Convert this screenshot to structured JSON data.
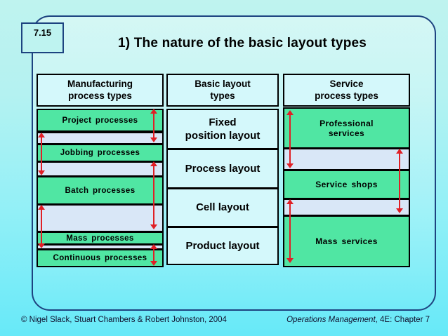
{
  "slide": {
    "ref": "7.15",
    "title": "1) The nature of the basic layout types"
  },
  "columns": [
    {
      "id": "manufacturing-process-types",
      "header": "Manufacturing\nprocess types",
      "items": [
        "Project processes",
        "Jobbing processes",
        "Batch processes",
        "Mass processes",
        "Continuous processes"
      ]
    },
    {
      "id": "basic-layout-types",
      "header": "Basic layout\ntypes",
      "items": [
        "Fixed\nposition layout",
        "Process layout",
        "Cell layout",
        "Product layout"
      ]
    },
    {
      "id": "service-process-types",
      "header": "Service\nprocess types",
      "items": [
        "Professional\nservices",
        "Service shops",
        "Mass services"
      ]
    }
  ],
  "arrows": [
    {
      "name": "overlap-arrow-project",
      "spans": "Project processes to Fixed position / Process layout range"
    },
    {
      "name": "overlap-arrow-jobbing",
      "spans": "Jobbing processes range"
    },
    {
      "name": "overlap-arrow-batch",
      "spans": "Batch processes range"
    },
    {
      "name": "overlap-arrow-mass-processes",
      "spans": "Mass processes range"
    },
    {
      "name": "overlap-arrow-continuous",
      "spans": "Continuous processes range"
    },
    {
      "name": "overlap-arrow-professional",
      "spans": "Professional services range"
    },
    {
      "name": "overlap-arrow-service-shops",
      "spans": "Service shops range"
    },
    {
      "name": "overlap-arrow-mass-services",
      "spans": "Mass services range"
    }
  ],
  "footer": {
    "copyright": "© Nigel Slack, Stuart Chambers & Robert Johnston, 2004",
    "book_italic": "Operations Management",
    "book_rest": ", 4E: Chapter 7"
  },
  "colors": {
    "background_cyan": "#9ff1f6",
    "panel_border_navy": "#1d4380",
    "box_green": "#50e6a3",
    "box_gap_blue": "#d9e7f7",
    "box_cyan": "#d4f8fb",
    "arrow_red": "#e01f26",
    "text": "#000000"
  }
}
